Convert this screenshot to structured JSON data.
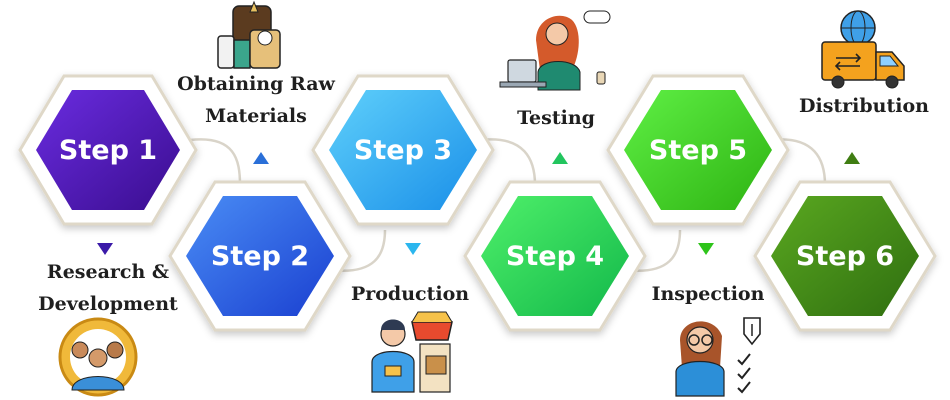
{
  "steps": [
    {
      "label": "Step 1",
      "color_light": "#6a2ce0",
      "color_dark": "#3a0d8f"
    },
    {
      "label": "Step 2",
      "color_light": "#4a8df5",
      "color_dark": "#1a3fd0"
    },
    {
      "label": "Step 3",
      "color_light": "#5fd0fb",
      "color_dark": "#1a8fe8"
    },
    {
      "label": "Step 4",
      "color_light": "#4ff06a",
      "color_dark": "#12b84a"
    },
    {
      "label": "Step 5",
      "color_light": "#5ff045",
      "color_dark": "#2eb312"
    },
    {
      "label": "Step 6",
      "color_light": "#5aa820",
      "color_dark": "#2f6e10"
    }
  ],
  "labels": {
    "research": [
      "Research &",
      "Development"
    ],
    "raw_materials": [
      "Obtaining Raw",
      "Materials"
    ],
    "production": "Production",
    "testing": "Testing",
    "inspection": "Inspection",
    "distribution": "Distribution"
  },
  "arrow_colors": {
    "step1": "#3b1aa8",
    "step2": "#2a6fd8",
    "step3": "#2bb6ee",
    "step4": "#22c55e",
    "step5": "#2ec41a",
    "step6": "#3f7d12"
  },
  "icons": {
    "research": "team-badge-icon",
    "raw_materials": "raw-materials-icon",
    "production": "factory-worker-icon",
    "testing": "tester-laptop-icon",
    "inspection": "inspector-checklist-icon",
    "distribution": "delivery-truck-globe-icon"
  }
}
